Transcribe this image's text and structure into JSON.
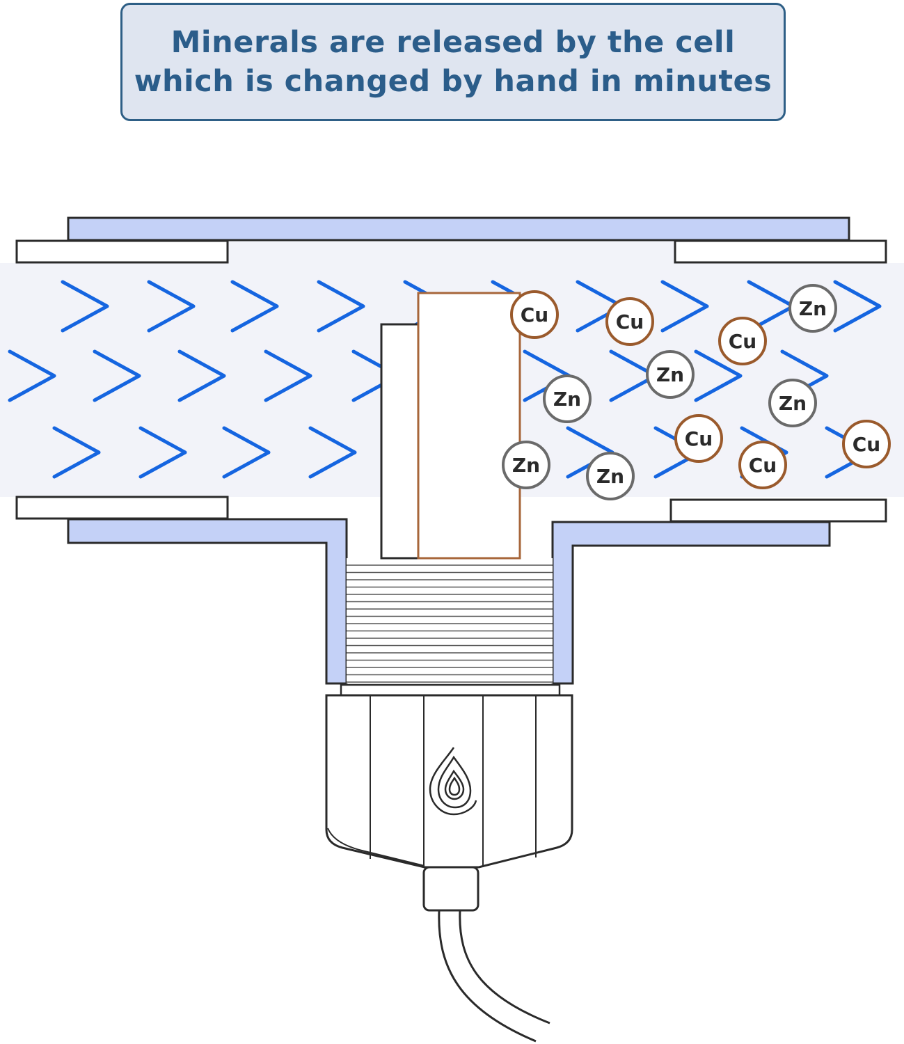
{
  "caption": {
    "line1": "Minerals are released by the cell",
    "line2": "which is changed by hand in minutes"
  },
  "ions": {
    "copper": "Cu",
    "zinc": "Zn"
  },
  "colors": {
    "caption_text": "#2b5d8a",
    "caption_border": "#2e5f86",
    "caption_bg": "#dfe5f0",
    "pipe_wall": "#c4d1f7",
    "water": "#f2f3f9",
    "flow_arrow": "#1565e0",
    "copper_ring": "#9a5a2c",
    "zinc_ring": "#6a6a6a",
    "electrode_border": "#a7663a"
  },
  "icons": [
    "water-drop-logo-icon",
    "flow-arrow-icon"
  ]
}
